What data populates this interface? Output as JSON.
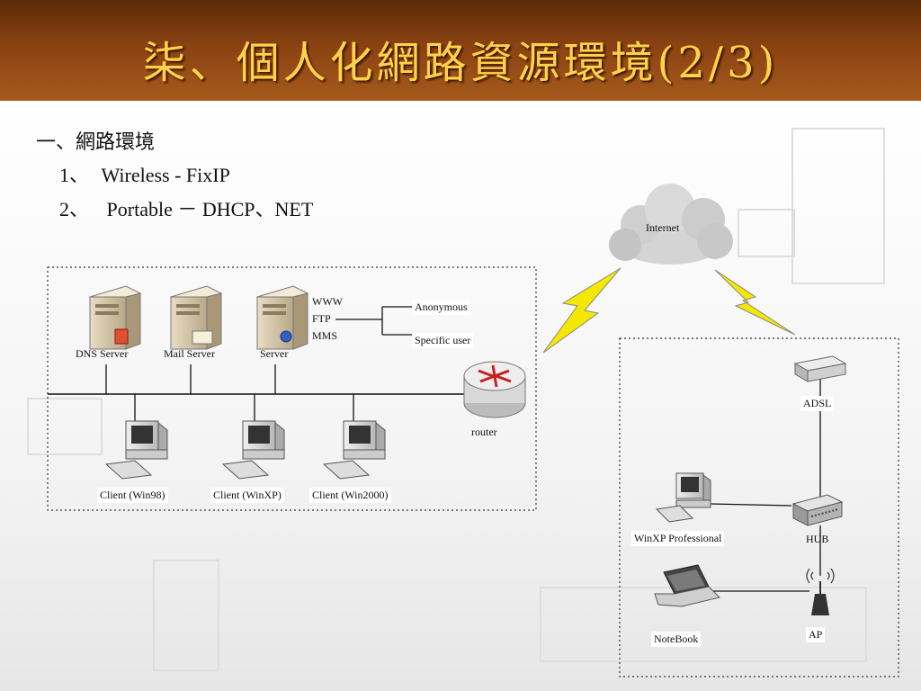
{
  "slide": {
    "title": "柒、個人化網路資源環境(2/3)",
    "heading": "一、網路環境",
    "items": [
      {
        "num": "1、",
        "text": "Wireless - FixIP"
      },
      {
        "num": "2、",
        "text": "Portable － DHCP、NET"
      }
    ]
  },
  "diagram": {
    "servers": {
      "dns": "DNS Server",
      "mail": "Mail Server",
      "server": "Server"
    },
    "services": [
      "WWW",
      "FTP",
      "MMS"
    ],
    "access": [
      "Anonymous",
      "Specific user"
    ],
    "router": "router",
    "clients": [
      "Client (Win98)",
      "Client (WinXP)",
      "Client (Win2000)"
    ],
    "internet": "Internet",
    "adsl": "ADSL",
    "hub": "HUB",
    "winxp": "WinXP Professional",
    "notebook": "NoteBook",
    "ap": "AP"
  },
  "colors": {
    "title": "#ffd24a",
    "header": "#8a4212",
    "lightning": "#f4e800"
  }
}
